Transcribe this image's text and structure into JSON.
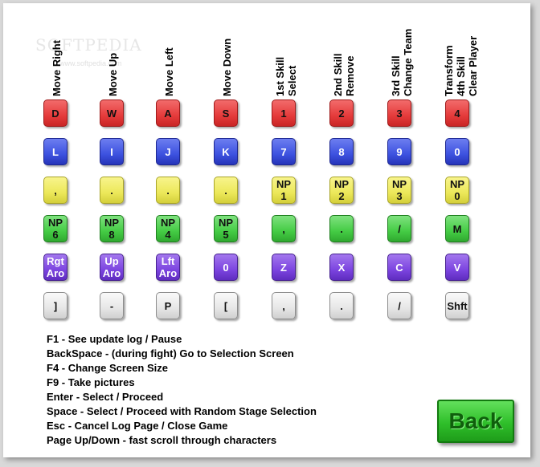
{
  "watermark": {
    "text": "SOFTPEDIA",
    "url": "www.softpedia.com"
  },
  "columns": [
    [
      "Move Right"
    ],
    [
      "Move Up"
    ],
    [
      "Move Left"
    ],
    [
      "Move Down"
    ],
    [
      "1st Skill",
      "Select"
    ],
    [
      "2nd Skill",
      "Remove"
    ],
    [
      "3rd Skill",
      "Change Team"
    ],
    [
      "Transform",
      "4th Skill",
      "Clear Player"
    ]
  ],
  "colors": {
    "red": "#e53b3b",
    "blue": "#3d52e0",
    "yellow": "#ece85a",
    "green": "#45cc45",
    "purple": "#7c45e0",
    "gray": "#e6e6e6",
    "back": "#2fbf2a"
  },
  "rows": [
    {
      "color": "red",
      "keys": [
        [
          "D"
        ],
        [
          "W"
        ],
        [
          "A"
        ],
        [
          "S"
        ],
        [
          "1"
        ],
        [
          "2"
        ],
        [
          "3"
        ],
        [
          "4"
        ]
      ]
    },
    {
      "color": "blue",
      "keys": [
        [
          "L"
        ],
        [
          "I"
        ],
        [
          "J"
        ],
        [
          "K"
        ],
        [
          "7"
        ],
        [
          "8"
        ],
        [
          "9"
        ],
        [
          "0"
        ]
      ]
    },
    {
      "color": "yellow",
      "keys": [
        [
          ","
        ],
        [
          "."
        ],
        [
          "."
        ],
        [
          "."
        ],
        [
          "NP",
          "1"
        ],
        [
          "NP",
          "2"
        ],
        [
          "NP",
          "3"
        ],
        [
          "NP",
          "0"
        ]
      ]
    },
    {
      "color": "green",
      "keys": [
        [
          "NP",
          "6"
        ],
        [
          "NP",
          "8"
        ],
        [
          "NP",
          "4"
        ],
        [
          "NP",
          "5"
        ],
        [
          ","
        ],
        [
          "."
        ],
        [
          "/"
        ],
        [
          "M"
        ]
      ]
    },
    {
      "color": "purple",
      "keys": [
        [
          "Rgt",
          "Aro"
        ],
        [
          "Up",
          "Aro"
        ],
        [
          "Lft",
          "Aro"
        ],
        [
          "0"
        ],
        [
          "Z"
        ],
        [
          "X"
        ],
        [
          "C"
        ],
        [
          "V"
        ]
      ]
    },
    {
      "color": "gray",
      "keys": [
        [
          "]"
        ],
        [
          "-"
        ],
        [
          "P"
        ],
        [
          "["
        ],
        [
          ","
        ],
        [
          "."
        ],
        [
          "/"
        ],
        [
          "Shft"
        ]
      ]
    }
  ],
  "help_lines": [
    "F1 - See update log / Pause",
    "BackSpace - (during fight) Go to Selection Screen",
    "F4 - Change Screen Size",
    "F9 - Take pictures",
    "Enter - Select / Proceed",
    "Space - Select / Proceed with Random Stage Selection",
    "Esc - Cancel Log Page / Close Game",
    "Page Up/Down - fast scroll through characters"
  ],
  "back_button": {
    "label": "Back"
  }
}
